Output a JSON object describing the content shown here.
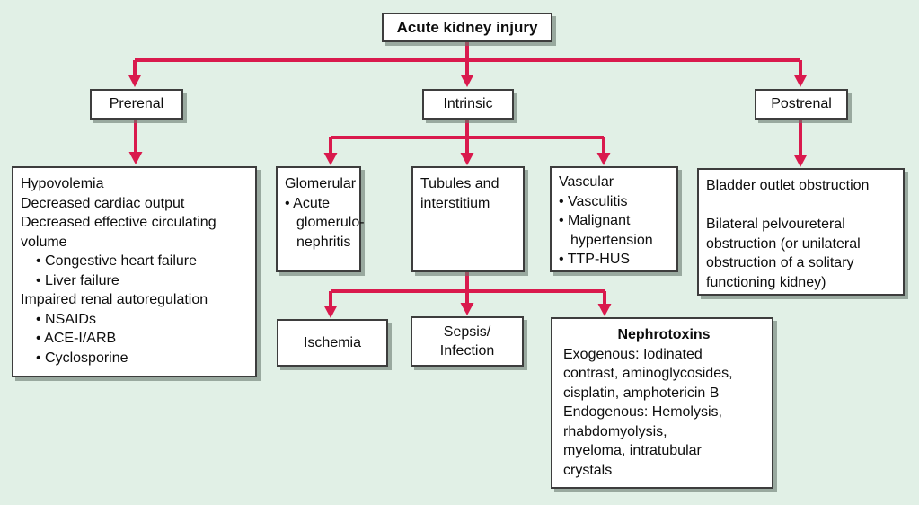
{
  "colors": {
    "background": "#e1f0e6",
    "arrow": "#d91a4d",
    "box_background": "#ffffff",
    "box_border": "#3d3d3d",
    "text": "#0d0d0d"
  },
  "nodes": {
    "root": {
      "label": "Acute kidney injury"
    },
    "prerenal": {
      "label": "Prerenal"
    },
    "intrinsic": {
      "label": "Intrinsic"
    },
    "postrenal": {
      "label": "Postrenal"
    },
    "prerenal_detail": {
      "lines": [
        "Hypovolemia",
        "Decreased cardiac output",
        "Decreased effective circulating",
        "volume",
        "• Congestive heart failure",
        "• Liver failure",
        "Impaired renal autoregulation",
        "• NSAIDs",
        "• ACE-I/ARB",
        "• Cyclosporine"
      ]
    },
    "glomerular": {
      "lines": [
        "Glomerular",
        "• Acute",
        "glomerulo-",
        "nephritis"
      ]
    },
    "tubules": {
      "lines": [
        "Tubules and",
        "interstitium"
      ]
    },
    "vascular": {
      "lines": [
        "Vascular",
        "• Vasculitis",
        "• Malignant",
        "hypertension",
        "• TTP-HUS"
      ]
    },
    "postrenal_detail": {
      "lines": [
        "Bladder outlet obstruction",
        "",
        "Bilateral pelvoureteral",
        "obstruction (or unilateral",
        "obstruction of a solitary",
        "functioning kidney)"
      ]
    },
    "ischemia": {
      "label": "Ischemia"
    },
    "sepsis": {
      "lines": [
        "Sepsis/",
        "Infection"
      ]
    },
    "nephrotoxins": {
      "title": "Nephrotoxins",
      "lines": [
        "Exogenous: Iodinated",
        "contrast, aminoglycosides,",
        "cisplatin, amphotericin B",
        "Endogenous: Hemolysis,",
        "rhabdomyolysis,",
        "myeloma, intratubular",
        "crystals"
      ]
    }
  }
}
